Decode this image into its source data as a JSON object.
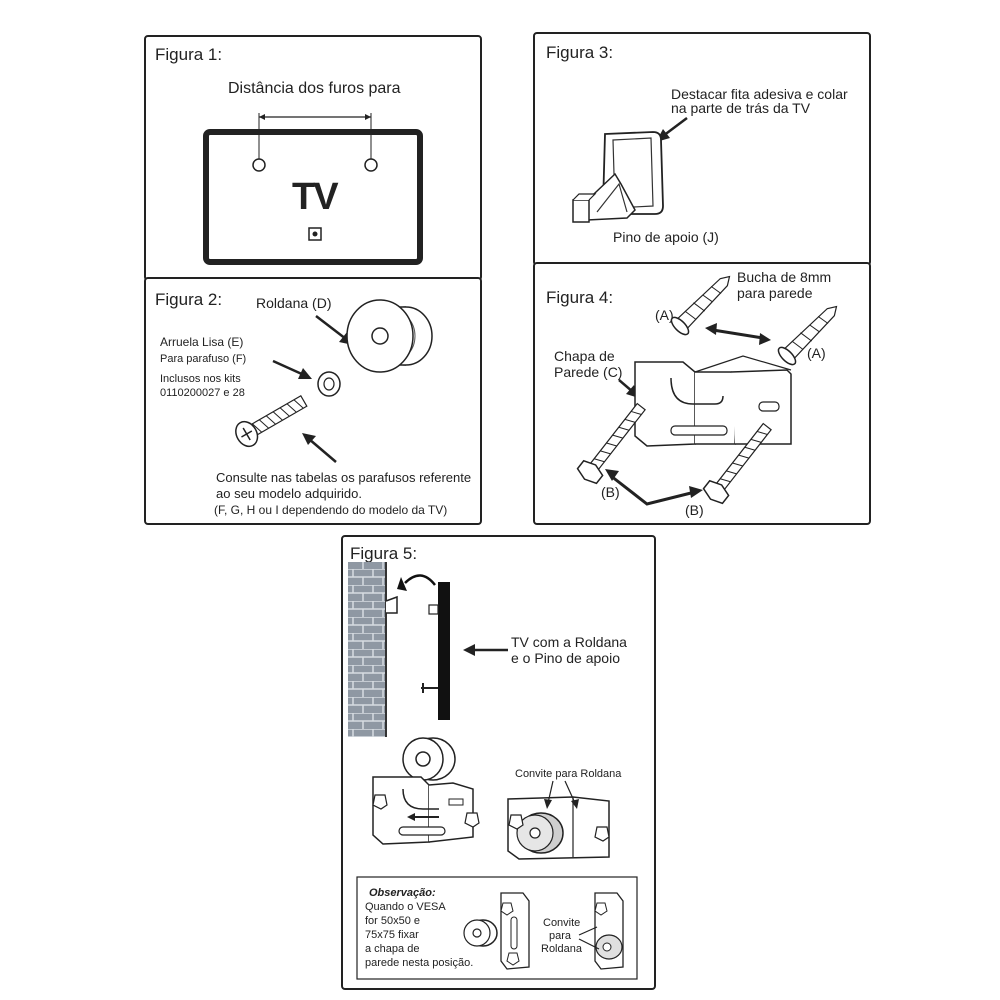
{
  "fig1": {
    "title": "Figura 1:",
    "label": "Distância dos furos para",
    "tv": "TV"
  },
  "fig2": {
    "title": "Figura 2:",
    "roldana": "Roldana (D)",
    "arruela": "Arruela Lisa (E)",
    "parafuso": "Para parafuso (F)",
    "inclusos1": "Inclusos nos kits",
    "inclusos2": "0110200027 e 28",
    "consulte1": "Consulte nas tabelas os parafusos referente",
    "consulte2": "ao seu modelo adquirido.",
    "consulte3": "(F, G, H ou I dependendo do modelo da TV)"
  },
  "fig3": {
    "title": "Figura 3:",
    "destacar1": "Destacar fita adesiva e colar",
    "destacar2": "na parte de trás da TV",
    "pino": "Pino de apoio (J)"
  },
  "fig4": {
    "title": "Figura 4:",
    "bucha1": "Bucha de 8mm",
    "bucha2": "para parede",
    "a_left": "(A)",
    "a_right": "(A)",
    "chapa1": "Chapa de",
    "chapa2": "Parede (C)",
    "b_left": "(B)",
    "b_right": "(B)"
  },
  "fig5": {
    "title": "Figura 5:",
    "tv1": "TV com a Roldana",
    "tv2": "e o Pino de apoio",
    "convite": "Convite para Roldana",
    "obs_title": "Observação:",
    "obs1": "Quando o VESA",
    "obs2": "for 50x50 e",
    "obs3": "75x75 fixar",
    "obs4": "a chapa de",
    "obs5": "parede nesta posição.",
    "conv1": "Convite",
    "conv2": "para",
    "conv3": "Roldana"
  }
}
